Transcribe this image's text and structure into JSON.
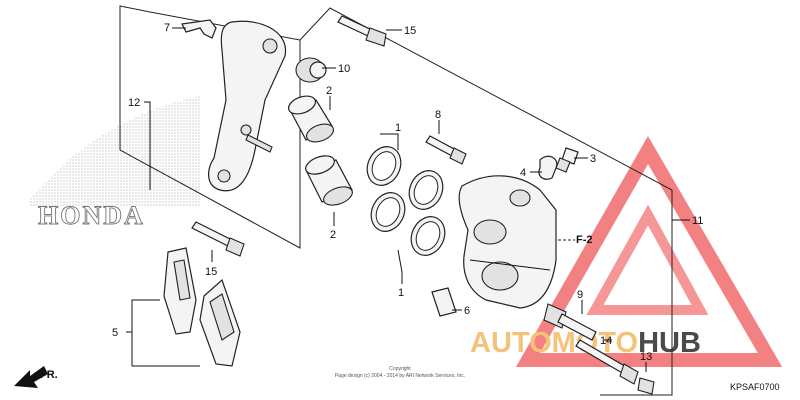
{
  "callouts": [
    {
      "id": "c7",
      "text": "7"
    },
    {
      "id": "c15a",
      "text": "15"
    },
    {
      "id": "c10",
      "text": "10"
    },
    {
      "id": "c12",
      "text": "12"
    },
    {
      "id": "c2a",
      "text": "2"
    },
    {
      "id": "c8",
      "text": "8"
    },
    {
      "id": "c1a",
      "text": "1"
    },
    {
      "id": "c3",
      "text": "3"
    },
    {
      "id": "c4",
      "text": "4"
    },
    {
      "id": "c2b",
      "text": "2"
    },
    {
      "id": "c15b",
      "text": "15"
    },
    {
      "id": "c11",
      "text": "11"
    },
    {
      "id": "cF2",
      "text": "F-2"
    },
    {
      "id": "c1b",
      "text": "1"
    },
    {
      "id": "c9",
      "text": "9"
    },
    {
      "id": "c6",
      "text": "6"
    },
    {
      "id": "c5",
      "text": "5"
    },
    {
      "id": "c14",
      "text": "14"
    },
    {
      "id": "c13",
      "text": "13"
    }
  ],
  "direction_label": "FR.",
  "brand_text": "HONDA",
  "watermark": {
    "word_colored": "AUTO",
    "word_middle": "MOTO",
    "word_dark": "HUB",
    "colors": {
      "accent": "#f26b6b",
      "orange": "#f5c27a",
      "dark": "#4a4a4a"
    }
  },
  "copyright_line1": "Copyright",
  "copyright_line2": "Page design (c) 2004 - 2014 by ARI Network Services, Inc.",
  "diagram_code": "KPSAF0700"
}
